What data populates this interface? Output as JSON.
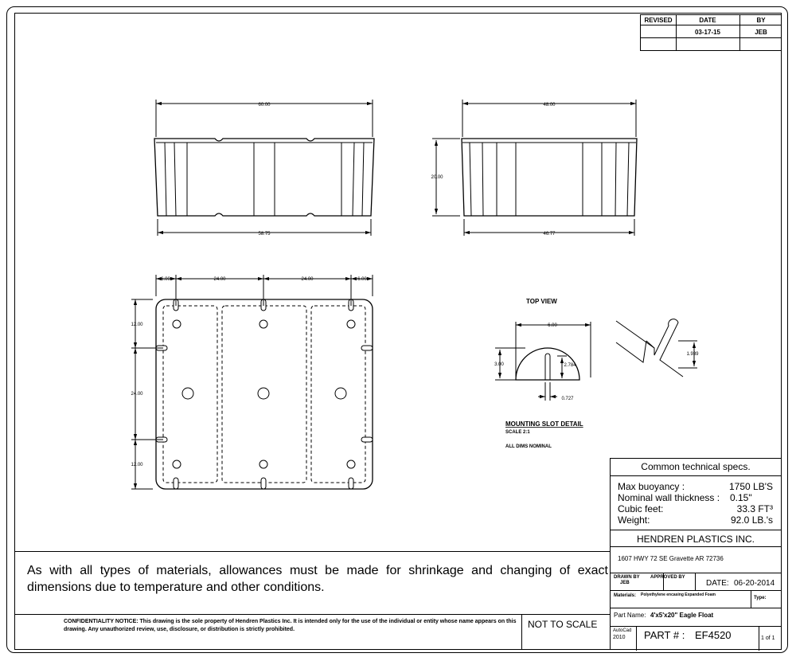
{
  "revision": {
    "headers": [
      "REVISED",
      "DATE",
      "BY"
    ],
    "date": "03-17-15",
    "by": "JEB"
  },
  "drawing": {
    "front_view": {
      "top_dim": "60.00",
      "bottom_dim": "58.75"
    },
    "side_view": {
      "top_dim": "48.00",
      "bottom_dim": "46.77",
      "height_dim": "20.00"
    },
    "plan_view": {
      "top_dims": [
        "6.00",
        "24.00",
        "24.00",
        "6.00"
      ],
      "side_dims": [
        "12.00",
        "24.00",
        "12.00"
      ]
    },
    "slot_detail": {
      "title": "TOP VIEW",
      "width_dim": "6.00",
      "height_dim": "3.00",
      "depth_dim": "2.784",
      "slot_dim": "0.727",
      "iso_dim": "1.939",
      "caption": "MOUNTING SLOT DETAIL",
      "scale": "SCALE 2:1",
      "note": "ALL DIMS NOMINAL"
    }
  },
  "notes": {
    "shrinkage": "As with all types of materials, allowances must be made for shrinkage and changing of exact dimensions due to temperature and other conditions.",
    "confidentiality": "CONFIDENTIALITY NOTICE: This drawing is the sole property of Hendren Plastics Inc. It is intended only for the use of the individual or entity whose name appears on this drawing. Any unauthorized review, use, disclosure, or distribution is strictly prohibited.",
    "not_to_scale": "NOT TO SCALE"
  },
  "title_block": {
    "specs_title": "Common technical specs.",
    "specs": [
      {
        "label": "Max buoyancy :",
        "value": "1750 LB'S"
      },
      {
        "label": "Nominal wall thickness :",
        "value": "0.15\""
      },
      {
        "label": "Cubic feet:",
        "value": "33.3 FT³"
      },
      {
        "label": "Weight:",
        "value": "92.0 LB.'s"
      }
    ],
    "company": "HENDREN PLASTICS INC.",
    "address": "1607 HWY 72 SE    Gravette AR 72736",
    "drawn_by_label": "DRAWN BY",
    "drawn_by": "JEB",
    "approved_by_label": "APPROVED BY",
    "date_label": "DATE:",
    "date": "06-20-2014",
    "materials_label": "Materials:",
    "materials": "Polyethylene encasing Expanded Foam",
    "type_label": "Type:",
    "part_name_label": "Part Name:",
    "part_name": "4'x5'x20\" Eagle Float",
    "software": "AutoCad",
    "software_version": "2010",
    "part_no_label": "PART # :",
    "part_no": "EF4520",
    "sheet": "1 of 1"
  }
}
